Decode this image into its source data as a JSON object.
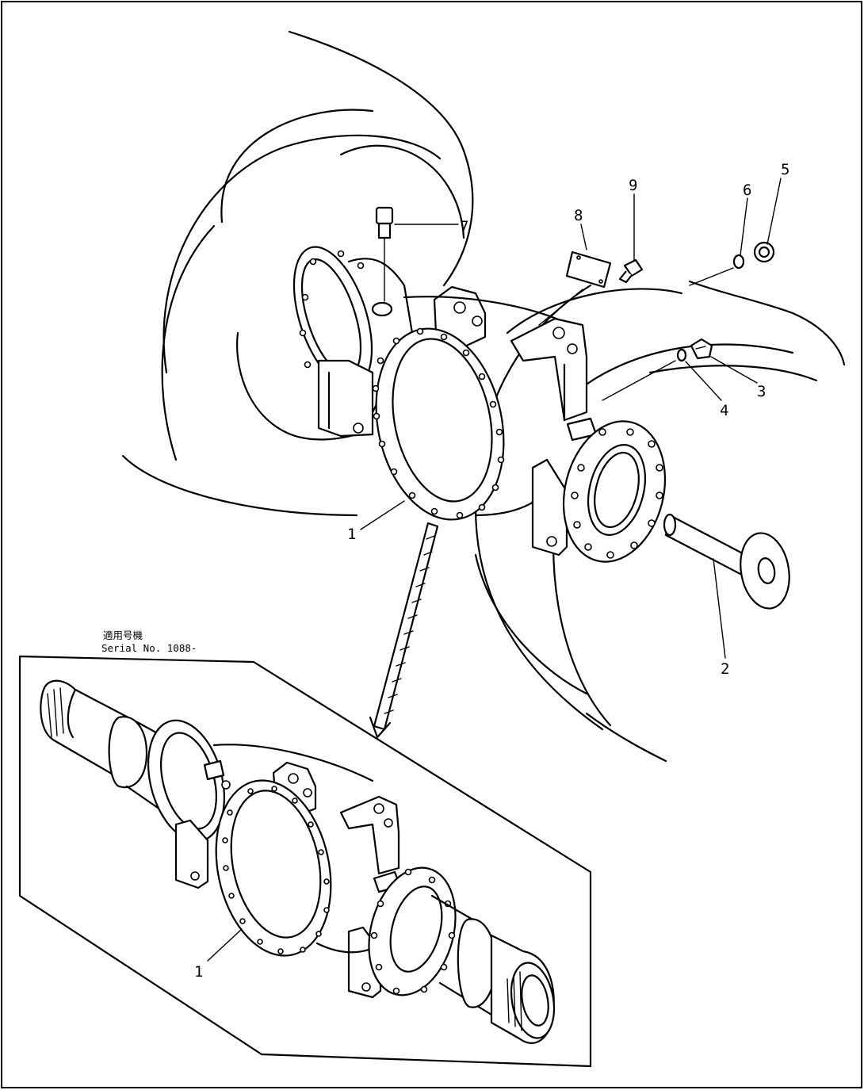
{
  "callouts": {
    "c1_upper": "1",
    "c1_lower": "1",
    "c2": "2",
    "c3": "3",
    "c4": "4",
    "c5": "5",
    "c6": "6",
    "c7": "7",
    "c8": "8",
    "c9": "9"
  },
  "serial_note": {
    "line1": "適用号機",
    "line2": "Serial No. 1088-"
  }
}
